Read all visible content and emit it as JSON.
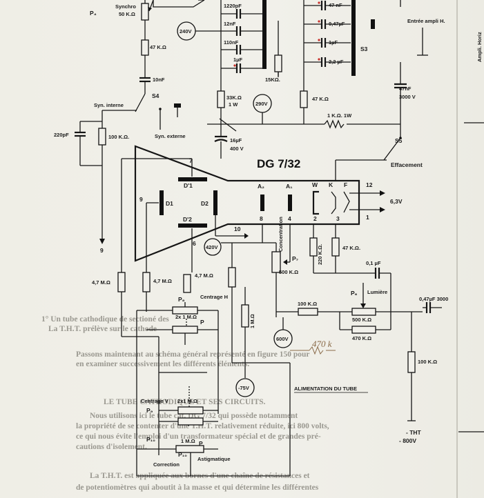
{
  "tube": {
    "name": "DG 7/32"
  },
  "pins": {
    "a2": "A₂",
    "a1": "A₁",
    "w": "W",
    "k": "K",
    "f": "F",
    "n12": "12",
    "n8": "8",
    "n4": "4",
    "n2": "2",
    "n3": "3",
    "n1": "1",
    "n7": "7",
    "n9": "9",
    "n6": "6",
    "n10": "10",
    "d1p": "D'1",
    "d1": "D1",
    "d2": "D2",
    "d2p": "D'2"
  },
  "potentiometers": {
    "p4": "P₄",
    "synchro": "Synchro",
    "synchro_val": "50 K.Ω",
    "p7": "P₇",
    "concentration": "Concentration",
    "p7_val": "500 K.Ω",
    "p6": "P₆",
    "lumiere": "Lumière",
    "p6_val": "500 K.Ω",
    "p8": "P₈",
    "centrage_h": "Centrage H",
    "p8_val": "2x 1 M.Ω",
    "p": "P",
    "p9": "P₉",
    "centrage_v": "Centrage V",
    "p9_val": "2x1 M.Ω",
    "p_b": "P",
    "p10": "P₁₀",
    "correction": "Correction",
    "p10_val": "1 M.Ω",
    "p10b": "P₁₀",
    "astigmatique": "Astigmatique"
  },
  "capacitors": [
    "1220pF",
    "12nF",
    "110nF",
    "1µF",
    "47 nF",
    "0,47µF",
    "1µF",
    "2,2 µF",
    "10nF",
    "220pF",
    "16µF",
    "400 V",
    "47nF",
    "3000 V",
    "0,1 µF",
    "0,47µF 3000"
  ],
  "resistors": [
    "47 K.Ω",
    "15KΩ.",
    "47 K.Ω",
    "33K.Ω",
    "1 W",
    "1 K.Ω.  1W",
    "100 K.Ω.",
    "220 K.Ω.",
    "47 K.Ω.",
    "100 K.Ω",
    "470 K.Ω",
    "100 K.Ω",
    "4,7 M.Ω",
    "4,7 M.Ω",
    "4,7 M.Ω",
    "1 M.Ω"
  ],
  "voltages": [
    "240V",
    "290V",
    "420V",
    "600V",
    "-75V"
  ],
  "switches": {
    "s3": "S3",
    "s4": "S4",
    "s5": "S5",
    "effacement": "Effacement",
    "syn_interne": "Syn. interne",
    "syn_externe": "Syn. externe"
  },
  "labels": {
    "entree": "Entrée ampli H.",
    "ampli_horiz": "Ampli. Horiz",
    "v63": "6,3V",
    "tht": "- THT",
    "v800": "- 800V",
    "alim": "ALIMENTATION DU TUBE",
    "hand": "470 k"
  },
  "background_text": [
    "1° Un tube cathodique de sectioné des",
    "La T.H.T. prélève sur le cathode",
    "Passons maintenant au schéma général représenté en figure 150 pour",
    "en examiner successivement les différents éléments.",
    "LE TUBE CATHODIQUE ET SES CIRCUITS.",
    "Nous utilisons ici le tube cat. DG 7/32 qui possède notamment",
    "la propriété de se contenter d'une T.H.T. relativement réduite, ici 800 volts,",
    "ce qui nous évite l'emploi d'un transformateur spécial et de grandes pré-",
    "cautions d'isolement.",
    "La T.H.T. est appliquée aux bornes d'une chaîne de résistances et",
    "de potentiomètres qui aboutit à la masse et qui détermine les différentes"
  ]
}
